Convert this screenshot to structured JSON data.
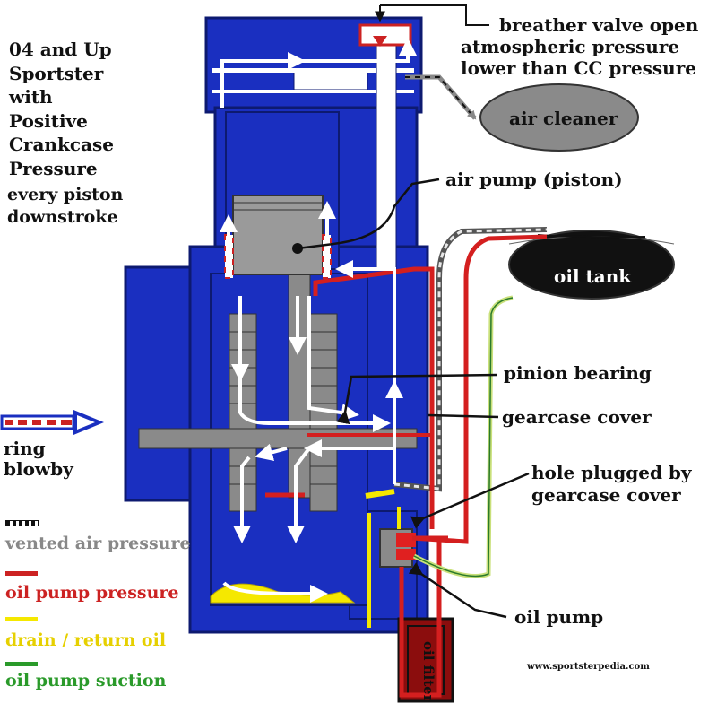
{
  "title": "04 and Up\nSportster\nwith\nPositive\nCrankcase\nPressure",
  "subtitle": "every piston\ndownstroke",
  "callouts": {
    "breather_valve": "breather valve open",
    "breather_line2": "atmospheric pressure",
    "breather_line3": "lower than CC pressure",
    "air_cleaner": "air cleaner",
    "air_pump": "air pump (piston)",
    "oil_tank": "oil tank",
    "pinion_bearing": "pinion bearing",
    "gearcase_cover": "gearcase cover",
    "hole_plugged_1": "hole plugged by",
    "hole_plugged_2": "gearcase cover",
    "oil_pump": "oil pump",
    "oil_filter": "oil filter",
    "ring_blowby_1": "ring",
    "ring_blowby_2": "blowby"
  },
  "legend": [
    {
      "label": "vented air pressure",
      "color": "#888888",
      "swatch": "dashed-black"
    },
    {
      "label": "oil pump pressure",
      "color": "#cc2222",
      "swatch": "#cc2222"
    },
    {
      "label": "drain / return oil",
      "color": "#e6d000",
      "swatch": "#f5e800"
    },
    {
      "label": "oil pump suction",
      "color": "#2a9a2a",
      "swatch": "#2a9a2a"
    }
  ],
  "watermark": "www.sportsterpedia.com",
  "colors": {
    "engine_blue": "#1a2fc0",
    "engine_dark": "#0d1a70",
    "gray": "#8a8a8a",
    "oil_red": "#d41f1f",
    "drain_yellow": "#f5e800",
    "suction_green": "#c9e07a",
    "tank_black": "#111111"
  }
}
